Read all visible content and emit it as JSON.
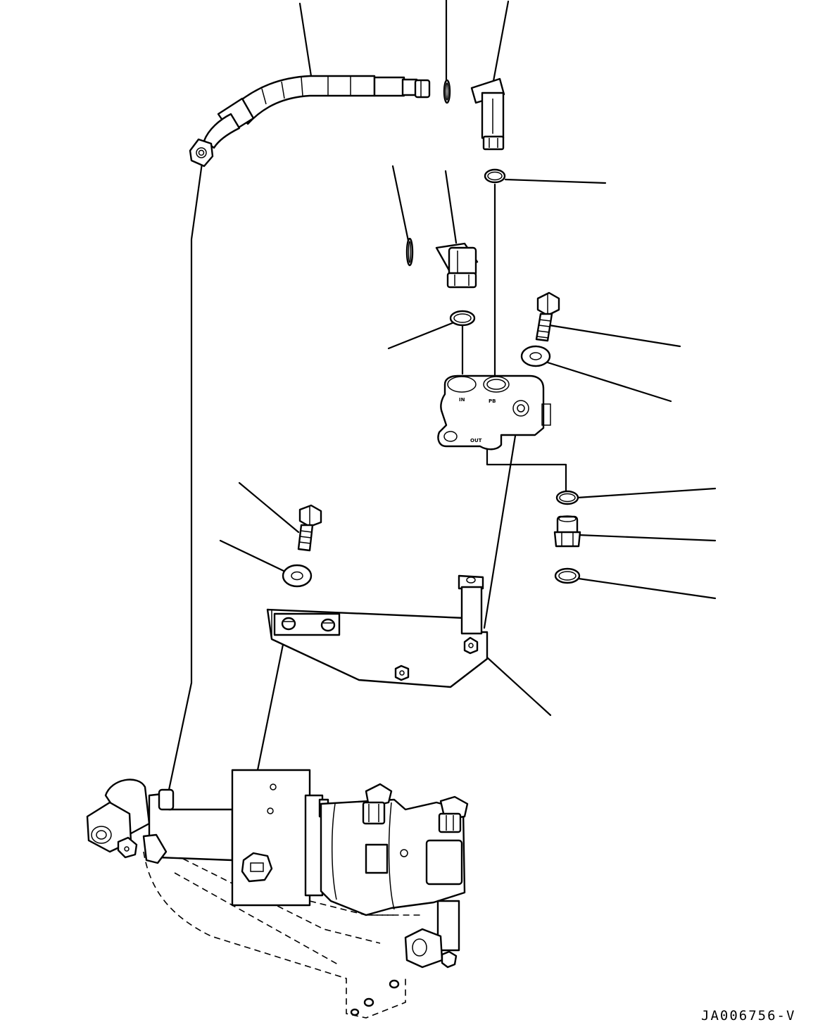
{
  "drawing_code": "JA006756-V",
  "port_labels": {
    "in": "IN",
    "pb": "PB",
    "out": "OUT"
  }
}
